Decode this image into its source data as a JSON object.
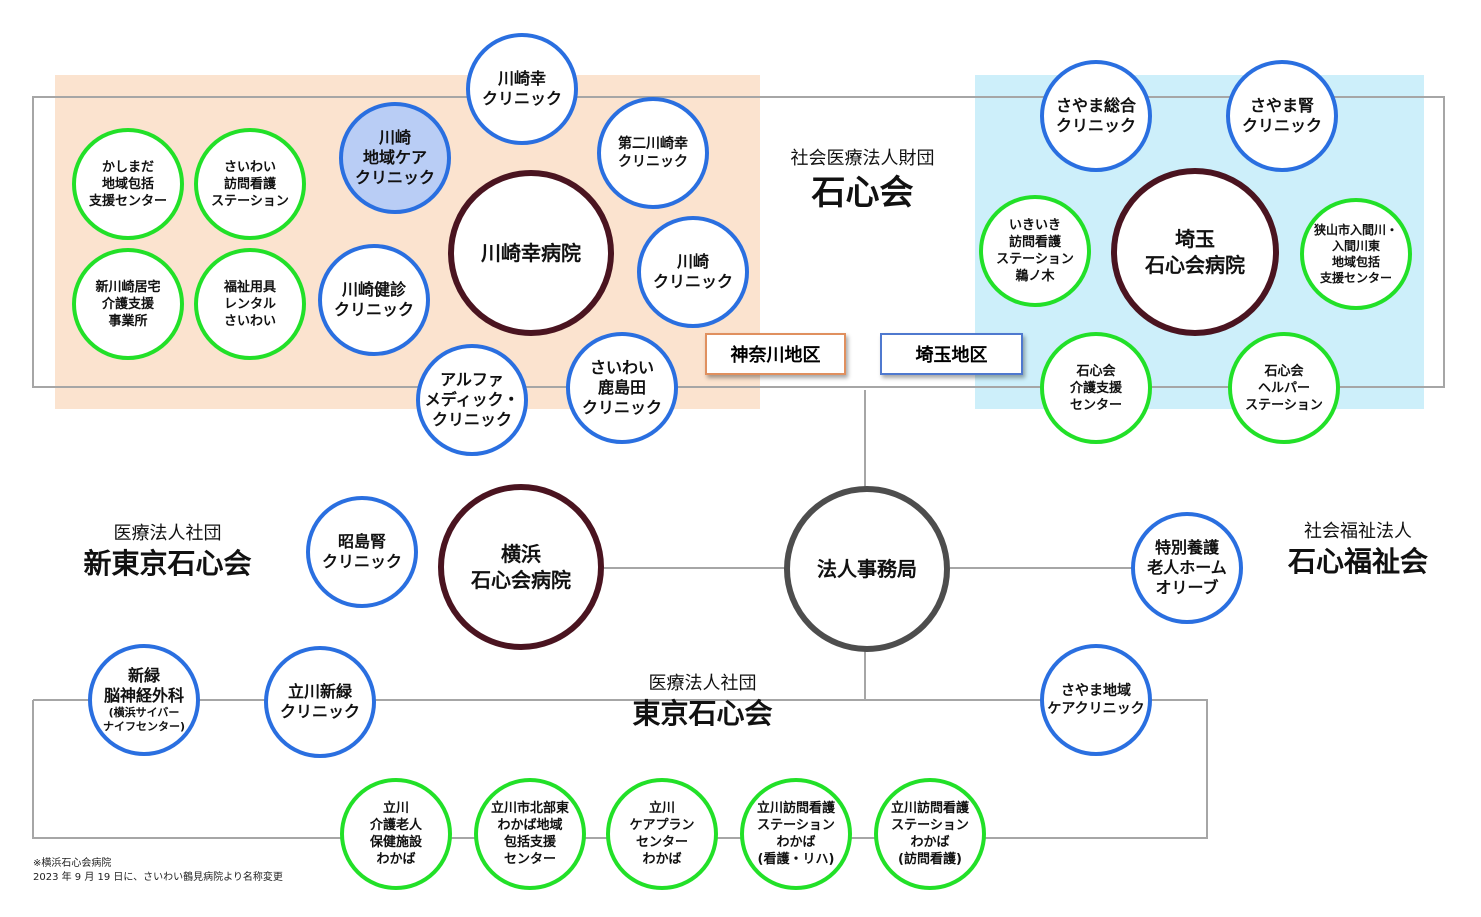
{
  "colors": {
    "kanagawa_bg": "#fbe3cf",
    "saitama_bg": "#cdeffa",
    "clinic_border": "#2a6fe0",
    "care_border": "#22e028",
    "hospital_border": "#4a1420",
    "office_border": "#4d4d4d",
    "highlight_fill": "#b9cdf5"
  },
  "regions": {
    "kanagawa": "神奈川地区",
    "saitama": "埼玉地区"
  },
  "orgs": {
    "sekishinkai": {
      "sub": "社会医療法人財団",
      "main": "石心会"
    },
    "shin_tokyo": {
      "sub": "医療法人社団",
      "main": "新東京石心会"
    },
    "fukushikai": {
      "sub": "社会福祉法人",
      "main": "石心福祉会"
    },
    "tokyo": {
      "sub": "医療法人社団",
      "main": "東京石心会"
    }
  },
  "nodes": {
    "kawasaki_saiwai_clinic": "川崎幸\nクリニック",
    "kashimada": "かしまだ\n地域包括\n支援センター",
    "saiwai_houmon": "さいわい\n訪問看護\nステーション",
    "kawasaki_chiiki": "川崎\n地域ケア\nクリニック",
    "dai2_kawasaki": "第二川崎幸\nクリニック",
    "kawasaki_saiwai_hospital": "川崎幸病院",
    "shinkawasaki": "新川崎居宅\n介護支援\n事業所",
    "fukushi_yougu": "福祉用具\nレンタル\nさいわい",
    "kawasaki_kenshin": "川崎健診\nクリニック",
    "kawasaki_clinic": "川崎\nクリニック",
    "alpha": "アルファ\nメディック・\nクリニック",
    "saiwai_kashimada": "さいわい\n鹿島田\nクリニック",
    "sayama_sougou": "さやま総合\nクリニック",
    "sayama_jin": "さやま腎\nクリニック",
    "ikiiki": "いきいき\n訪問看護\nステーション\n鵜ノ木",
    "saitama_hospital": "埼玉\n石心会病院",
    "sayama_iruma": "狭山市入間川・\n入間川東\n地域包括\n支援センター",
    "sekishin_kaigo": "石心会\n介護支援\nセンター",
    "sekishin_helper": "石心会\nヘルパー\nステーション",
    "akishima": "昭島腎\nクリニック",
    "yokohama_hospital": "横浜\n石心会病院",
    "houjin_jimukyoku": "法人事務局",
    "olive": "特別養護\n老人ホーム\nオリーブ",
    "shinryoku_noushinkei": "新緑\n脳神経外科",
    "shinryoku_sub": "(横浜サイバー\nナイフセンター)",
    "tachikawa_shinryoku": "立川新緑\nクリニック",
    "sayama_chiiki": "さやま地域\nケアクリニック",
    "tachikawa_roujin": "立川\n介護老人\n保健施設\nわかば",
    "tachikawa_hokubu": "立川市北部東\nわかば地域\n包括支援\nセンター",
    "tachikawa_careplan": "立川\nケアプラン\nセンター\nわかば",
    "tachikawa_houmon1": "立川訪問看護\nステーション\nわかば\n(看護・リハ)",
    "tachikawa_houmon2": "立川訪問看護\nステーション\nわかば\n(訪問看護)"
  },
  "note": {
    "line1": "※横浜石心会病院",
    "line2": "2023 年 9 月 19 日に、さいわい鶴見病院より名称変更"
  }
}
